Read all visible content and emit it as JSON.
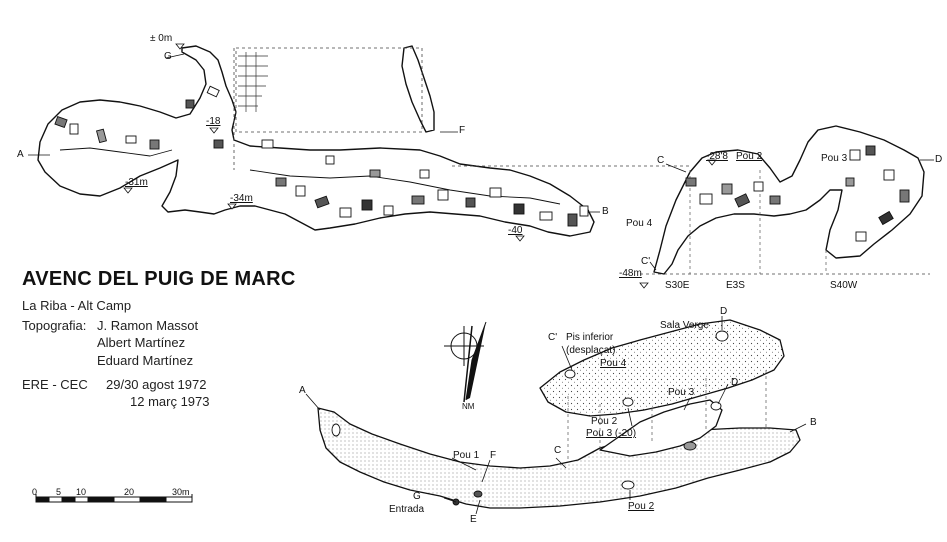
{
  "title": "AVENC DEL PUIG DE MARC",
  "location": "La Riba - Alt Camp",
  "credits": {
    "label": "Topografia:",
    "authors": [
      "J. Ramon Massot",
      "Albert Martínez",
      "Eduard Martínez"
    ]
  },
  "survey": {
    "group": "ERE - CEC",
    "dates": [
      "29/30 agost 1972",
      "12 març 1973"
    ]
  },
  "scale_bar": {
    "ticks": [
      "0",
      "5",
      "10",
      "20",
      "30m"
    ],
    "values_m": [
      0,
      5,
      10,
      20,
      30
    ]
  },
  "north_arrow": {
    "label": "NM",
    "icon": "north-arrow-icon"
  },
  "profile_left": {
    "depths": {
      "top": "± 0m",
      "a1": "-18",
      "a2": "-31m",
      "a3": "-34m",
      "a4": "-40"
    },
    "points": {
      "g": "G",
      "f": "F",
      "a": "A",
      "b": "B"
    }
  },
  "profile_right": {
    "labels": {
      "c": "C",
      "d": "D",
      "c_prime": "C'",
      "pou4": "Pou 4",
      "pou3": "Pou 3",
      "pou2": "Pou 2"
    },
    "depths": {
      "d288": "-28'8",
      "d48": "-48m"
    },
    "bearings": [
      "S30E",
      "E3S",
      "S40W"
    ]
  },
  "plan": {
    "labels": {
      "a": "A",
      "b": "B",
      "c": "C",
      "d1": "D",
      "d2": "D",
      "e": "E",
      "f": "F",
      "g": "G",
      "c_prime": "C'",
      "entrada": "Entrada",
      "pou1": "Pou 1",
      "pou2": "Pou 2",
      "pou2b": "Pou 2",
      "pou3": "Pou 3",
      "pou3_20": "Pou 3 (-20)",
      "pou4": "Pou 4",
      "sala_verge": "Sala Verge",
      "pis_inferior": "Pis inferior",
      "desplacat": "(desplaçat)"
    }
  }
}
